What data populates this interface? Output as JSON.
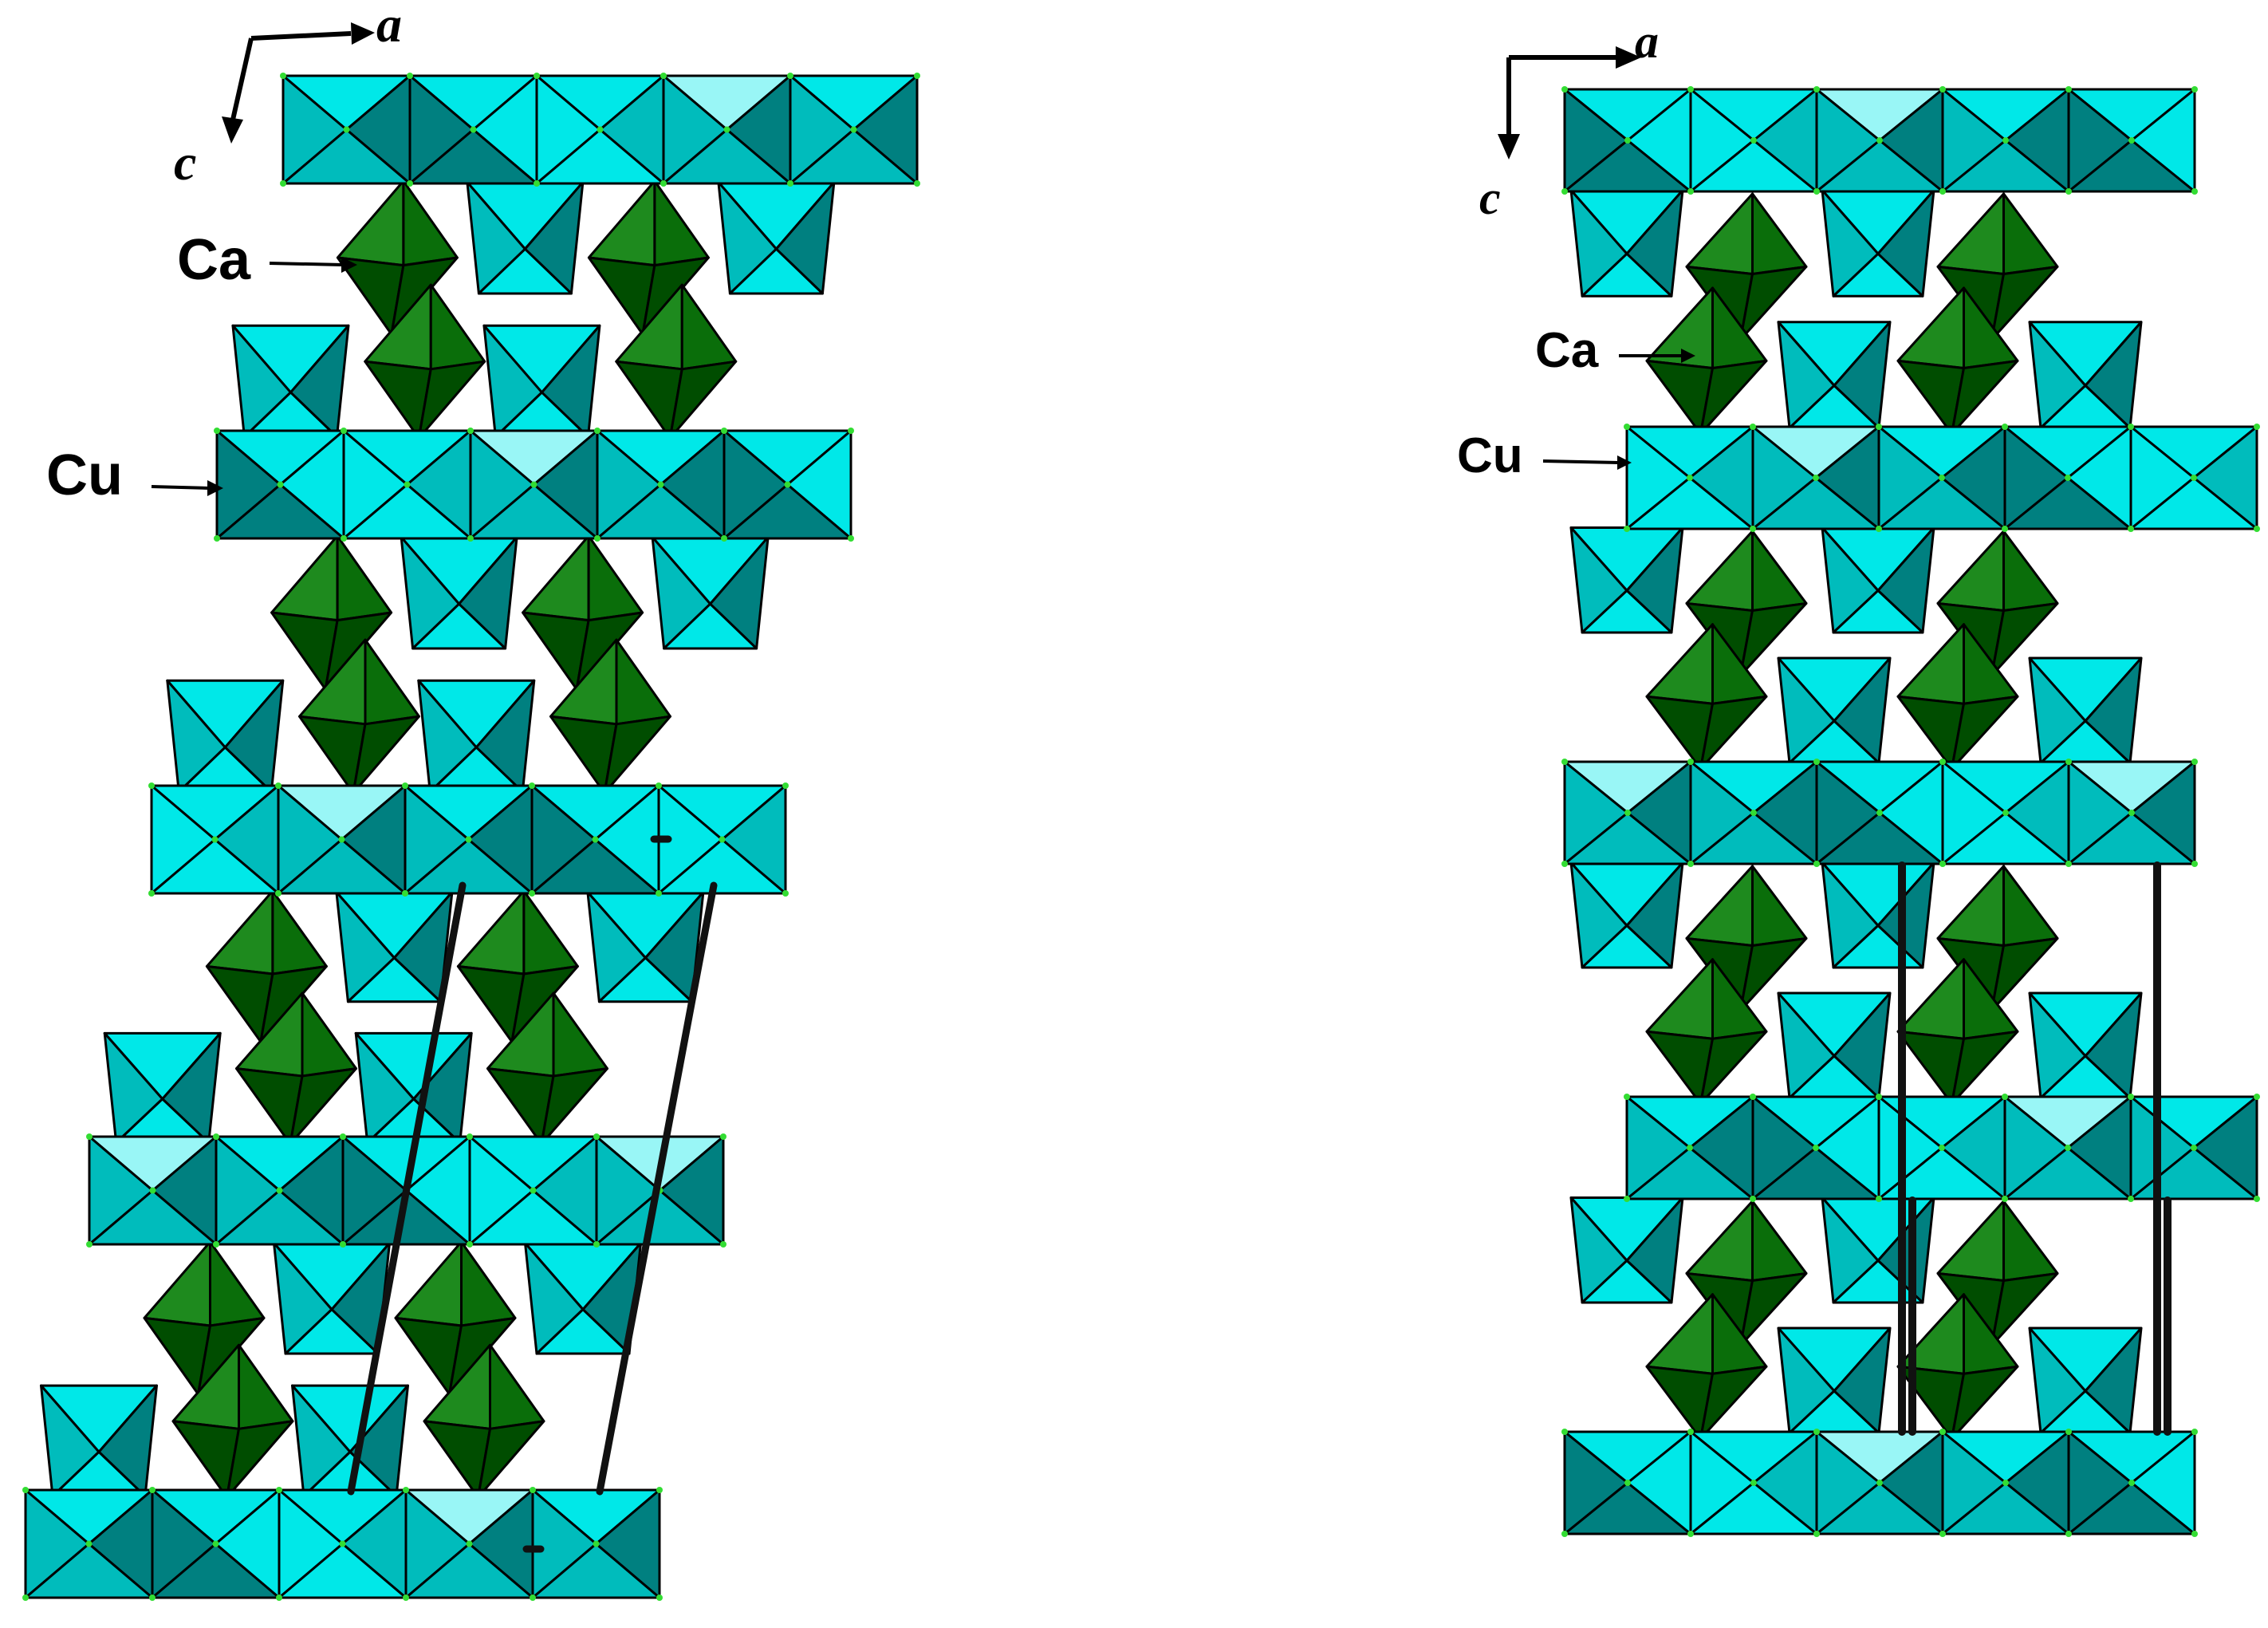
{
  "panels": [
    {
      "id": "left",
      "axes": {
        "a": "a",
        "c": "c"
      },
      "labels": {
        "ca": "Ca",
        "cu": "Cu"
      }
    },
    {
      "id": "right",
      "axes": {
        "a": "a",
        "c": "c"
      },
      "labels": {
        "ca": "Ca",
        "cu": "Cu"
      }
    }
  ],
  "colors": {
    "cu_light": "#00e8e8",
    "cu_mid": "#00bcbc",
    "cu_dark": "#008080",
    "cu_pale": "#99f6f6",
    "ca_light": "#1e8a1e",
    "ca_mid": "#0a6e0a",
    "ca_dark": "#004d00",
    "edge": "#000000",
    "vertex": "#33dd33"
  },
  "icons": [
    "arrow-right-icon",
    "arrow-down-icon"
  ]
}
